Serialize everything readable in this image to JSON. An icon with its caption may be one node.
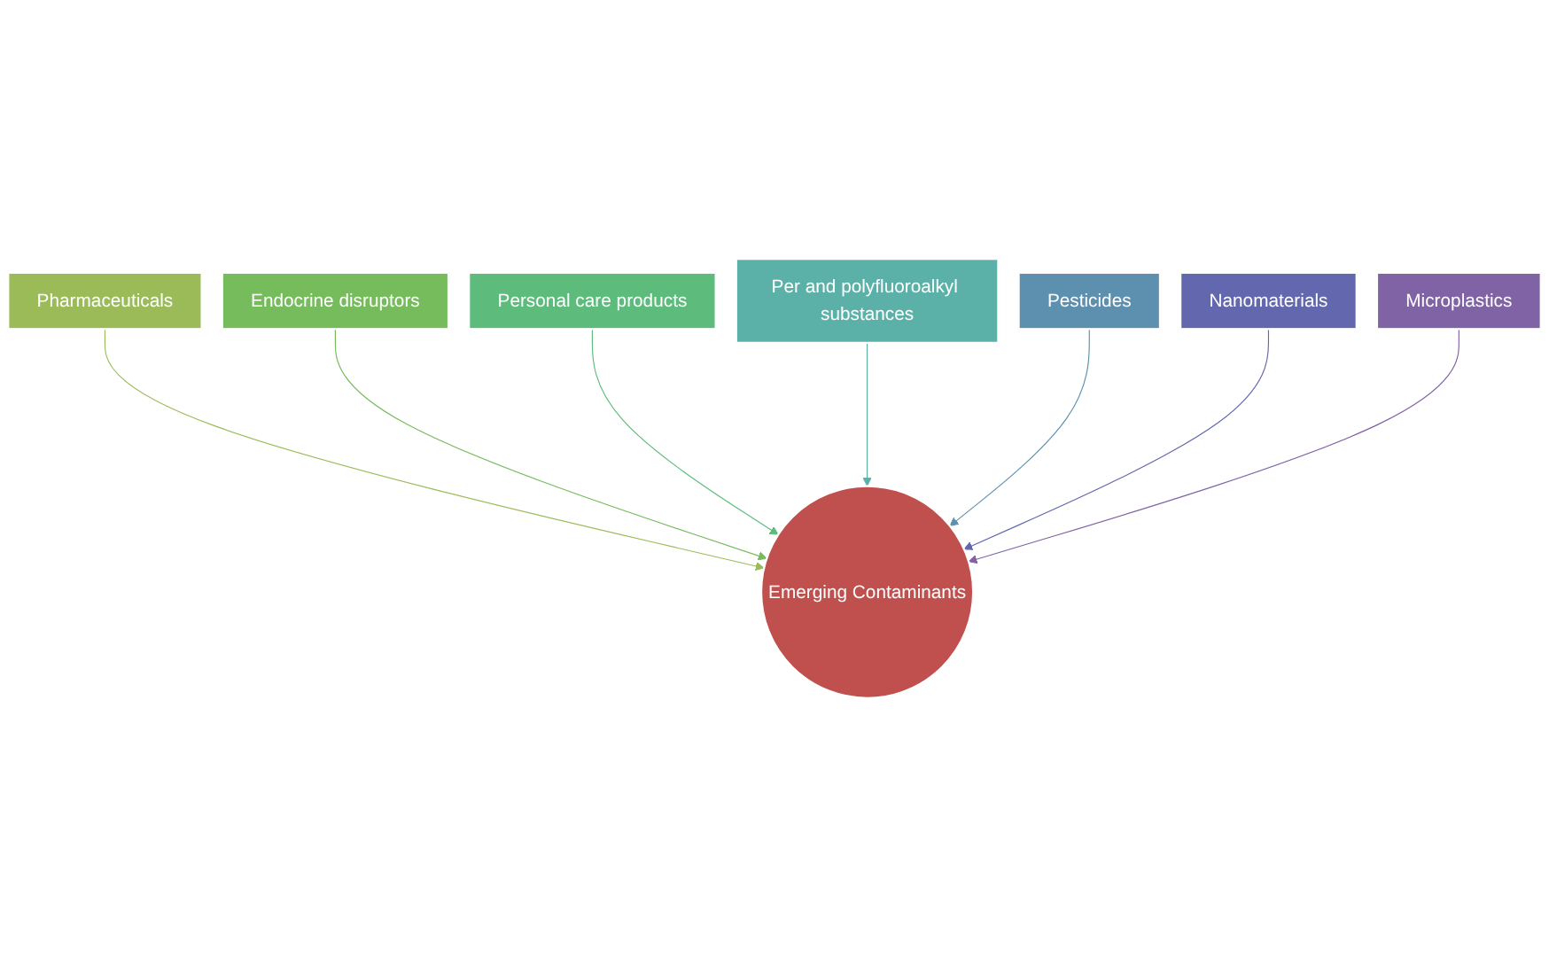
{
  "diagram": {
    "nodes": [
      {
        "text": [
          "Pharmaceuticals"
        ]
      },
      {
        "text": [
          "Endocrine disruptors"
        ]
      },
      {
        "text": [
          "Personal care products"
        ]
      },
      {
        "text": [
          "Per and polyfluoroalkyl substances"
        ]
      },
      {
        "text": [
          "Pesticides"
        ]
      },
      {
        "text": [
          "Nanomaterials"
        ]
      },
      {
        "text": [
          "Microplastics"
        ]
      },
      {
        "text": [
          "Emerging Contaminants"
        ]
      }
    ],
    "edges": [
      {
        "from": 0,
        "to": 7,
        "arrow": "to",
        "color": "#9bbb59"
      },
      {
        "from": 1,
        "to": 7,
        "arrow": "to",
        "color": "#76bb5c"
      },
      {
        "from": 2,
        "to": 7,
        "arrow": "to",
        "color": "#5dbb7c"
      },
      {
        "from": 3,
        "to": 7,
        "arrow": "to",
        "color": "#5bb1a8"
      },
      {
        "from": 4,
        "to": 7,
        "arrow": "to",
        "color": "#5d8fae"
      },
      {
        "from": 5,
        "to": 7,
        "arrow": "to",
        "color": "#6367ad"
      },
      {
        "from": 6,
        "to": 7,
        "arrow": "to",
        "color": "#8063a4"
      }
    ]
  }
}
